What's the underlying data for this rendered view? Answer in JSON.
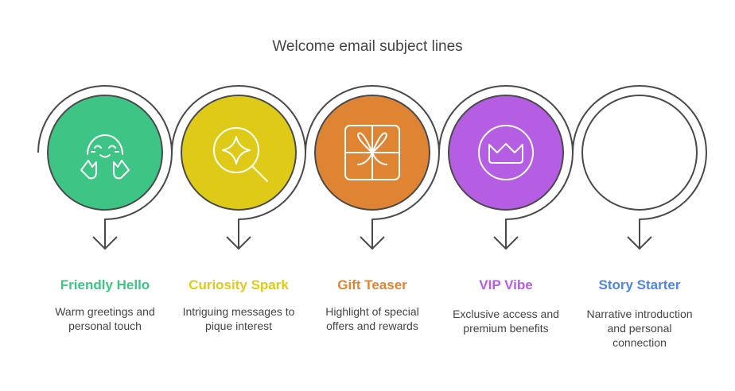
{
  "title": "Welcome email subject lines",
  "items": [
    {
      "title": "Friendly Hello",
      "desc": "Warm greetings and personal touch",
      "color": "#3ec585",
      "icon": "hug-face-icon"
    },
    {
      "title": "Curiosity Spark",
      "desc": "Intriguing messages to pique interest",
      "color": "#dfcb17",
      "icon": "sparkle-search-icon"
    },
    {
      "title": "Gift Teaser",
      "desc": "Highlight of special offers and rewards",
      "color": "#df8433",
      "icon": "gift-icon"
    },
    {
      "title": "VIP Vibe",
      "desc": "Exclusive access and premium benefits",
      "color": "#b55de3",
      "icon": "crown-icon"
    },
    {
      "title": "Story Starter",
      "desc": "Narrative introduction and personal connection",
      "color": "#4f86e6",
      "icon": "none"
    }
  ]
}
